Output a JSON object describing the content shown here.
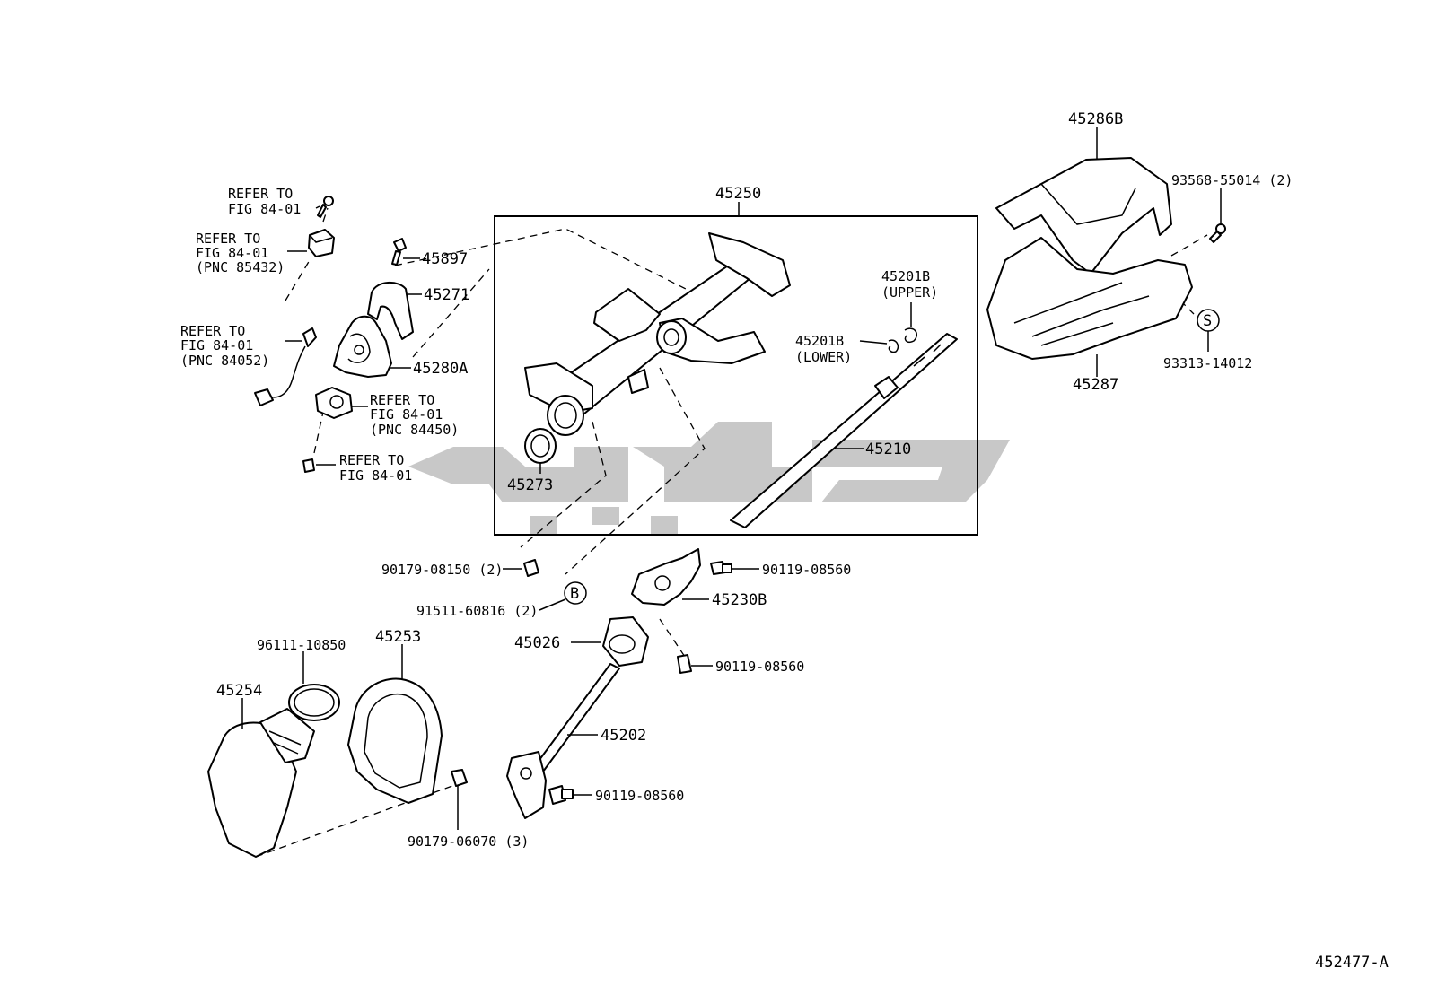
{
  "figure": {
    "code": "452477-A"
  },
  "assembly_box_label": "45250",
  "refs": {
    "ref1": [
      "REFER TO",
      "FIG 84-01"
    ],
    "ref2": [
      "REFER TO",
      "FIG 84-01",
      "(PNC 85432)"
    ],
    "ref3": [
      "REFER TO",
      "FIG 84-01",
      "(PNC 84052)"
    ],
    "ref4": [
      "REFER TO",
      "FIG 84-01",
      "(PNC 84450)"
    ],
    "ref5": [
      "REFER TO",
      "FIG 84-01"
    ]
  },
  "labels": {
    "p45897": "45897",
    "p45271": "45271",
    "p45280A": "45280A",
    "p45273": "45273",
    "p45201B_upper": [
      "45201B",
      "(UPPER)"
    ],
    "p45201B_lower": [
      "45201B",
      "(LOWER)"
    ],
    "p45210": "45210",
    "p45286B": "45286B",
    "p93568": "93568-55014 (2)",
    "p93313": "93313-14012",
    "p45287": "45287",
    "p90179_08150": "90179-08150 (2)",
    "p91511": "91511-60816 (2)",
    "p90119_a": "90119-08560",
    "p45230B": "45230B",
    "p45026": "45026",
    "p90119_b": "90119-08560",
    "p96111": "96111-10850",
    "p45253": "45253",
    "p45254": "45254",
    "p45202": "45202",
    "p90119_c": "90119-08560",
    "p90179_06070": "90179-06070 (3)"
  },
  "symbols": {
    "circle_b": "B",
    "circle_s": "S"
  }
}
